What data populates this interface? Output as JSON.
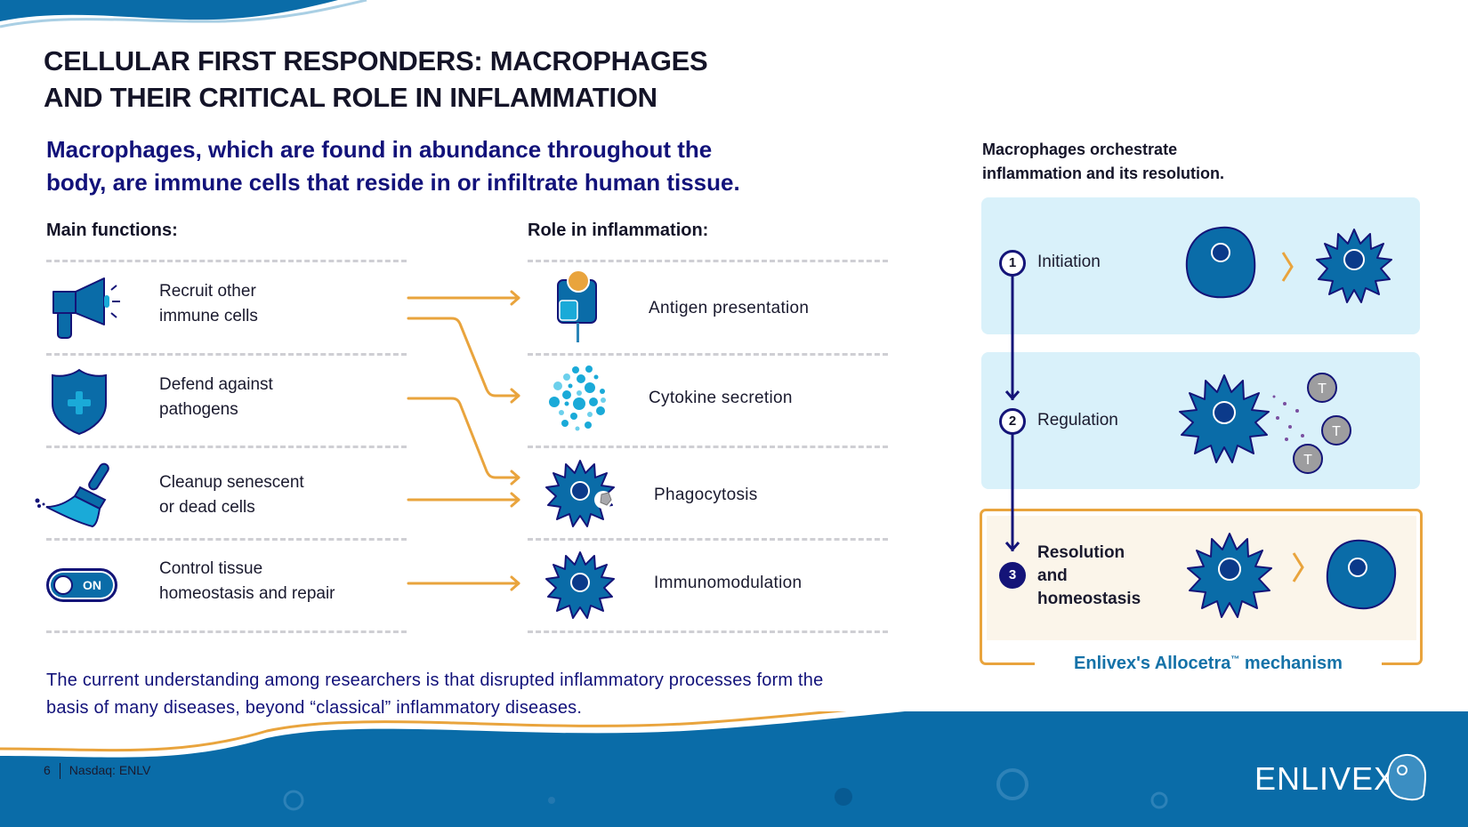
{
  "slide": {
    "title_line1": "CELLULAR FIRST RESPONDERS: MACROPHAGES",
    "title_line2": "AND THEIR CRITICAL ROLE IN INFLAMMATION",
    "lead_line1": "Macrophages, which are found in abundance throughout the",
    "lead_line2": "body, are immune cells that reside in or infiltrate human tissue."
  },
  "functions": {
    "heading": "Main functions:",
    "items": [
      {
        "icon": "megaphone-icon",
        "line1": "Recruit other",
        "line2": "immune cells"
      },
      {
        "icon": "shield-plus-icon",
        "line1": "Defend against",
        "line2": "pathogens"
      },
      {
        "icon": "broom-icon",
        "line1": "Cleanup senescent",
        "line2": "or dead cells"
      },
      {
        "icon": "toggle-on-icon",
        "line1": "Control tissue",
        "line2": "homeostasis and repair",
        "toggle_label": "ON"
      }
    ]
  },
  "roles": {
    "heading": "Role in inflammation:",
    "items": [
      {
        "icon": "antigen-presentation-icon",
        "label": "Antigen presentation"
      },
      {
        "icon": "cytokine-dots-icon",
        "label": "Cytokine secretion"
      },
      {
        "icon": "phagocyte-cell-icon",
        "label": "Phagocytosis"
      },
      {
        "icon": "macrophage-cell-icon",
        "label": "Immunomodulation"
      }
    ]
  },
  "mapping": [
    {
      "from": "Recruit other immune cells",
      "to": "Antigen presentation"
    },
    {
      "from": "Recruit other immune cells",
      "to": "Cytokine secretion"
    },
    {
      "from": "Defend against pathogens",
      "to": "Phagocytosis"
    },
    {
      "from": "Cleanup senescent or dead cells",
      "to": "Phagocytosis"
    },
    {
      "from": "Control tissue homeostasis and repair",
      "to": "Immunomodulation"
    }
  ],
  "orchestration": {
    "heading_line1": "Macrophages orchestrate",
    "heading_line2": "inflammation and its resolution.",
    "steps": [
      {
        "number": "1",
        "label": "Initiation"
      },
      {
        "number": "2",
        "label": "Regulation",
        "t_cell_label": "T"
      },
      {
        "number": "3",
        "label_line1": "Resolution",
        "label_line2": "and",
        "label_line3": "homeostasis"
      }
    ],
    "mechanism_label": "Enlivex's Allocetra",
    "mechanism_tm": "™",
    "mechanism_suffix": " mechanism"
  },
  "bottom": {
    "line1": "The current understanding among researchers is that disrupted inflammatory processes form the",
    "line2": "basis of many diseases, beyond “classical” inflammatory diseases."
  },
  "footer": {
    "page_number": "6",
    "ticker": "Nasdaq: ENLV",
    "brand": "ENLIVEX"
  },
  "colors": {
    "brand_blue": "#0a6ca8",
    "navy": "#141478",
    "accent_orange": "#e9a43d",
    "cyan": "#1aaad8",
    "light_blue_bg": "#d9f1fa",
    "cream_bg": "#fbf5ea"
  }
}
